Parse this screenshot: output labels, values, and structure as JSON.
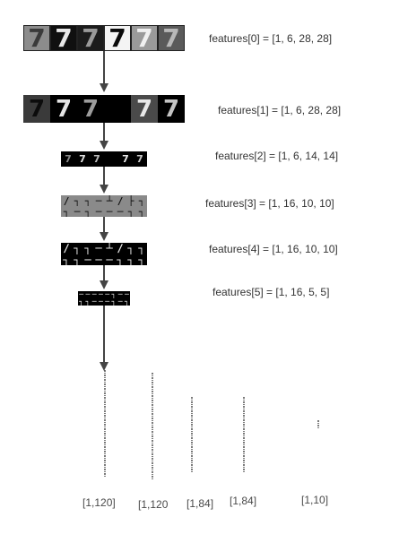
{
  "digit": "7",
  "feature_maps": [
    {
      "label": "features[0] = [1, 6, 28, 28]",
      "tiles": [
        {
          "bg": "#8c8c8c",
          "fg": "#3a3a3a"
        },
        {
          "bg": "#101010",
          "fg": "#e8e8e8"
        },
        {
          "bg": "#1c1c1c",
          "fg": "#9a9a9a"
        },
        {
          "bg": "#f4f4f4",
          "fg": "#0a0a0a"
        },
        {
          "bg": "#9a9a9a",
          "fg": "#f0f0f0"
        },
        {
          "bg": "#5a5a5a",
          "fg": "#b8b8b8"
        }
      ]
    },
    {
      "label": "features[1] = [1, 6, 28, 28]",
      "tiles": [
        {
          "bg": "#3a3a3a",
          "fg": "#0c0c0c"
        },
        {
          "bg": "#000000",
          "fg": "#e4e4e4"
        },
        {
          "bg": "#000000",
          "fg": "#9c9c9c"
        },
        {
          "bg": "#000000",
          "fg": "#000000"
        },
        {
          "bg": "#4a4a4a",
          "fg": "#e8e8e8"
        },
        {
          "bg": "#000000",
          "fg": "#c4c4c4"
        }
      ]
    },
    {
      "label": "features[2] = [1, 6, 14, 14]",
      "tiles": [
        {
          "bg": "#000000",
          "fg": "#8a8a8a"
        },
        {
          "bg": "#000000",
          "fg": "#e0e0e0"
        },
        {
          "bg": "#000000",
          "fg": "#bcbcbc"
        },
        {
          "bg": "#000000",
          "fg": "#000000"
        },
        {
          "bg": "#000000",
          "fg": "#e8e8e8"
        },
        {
          "bg": "#000000",
          "fg": "#c8c8c8"
        }
      ]
    },
    {
      "label": "features[3] = [1, 16, 10, 10]",
      "grid": {
        "cols": 8,
        "rows": 2,
        "glyphs": [
          "∕",
          "┐",
          "┐",
          "─",
          "┴",
          "∕",
          "├",
          "┐",
          "┐",
          "─",
          "┐",
          "─",
          "─",
          "─",
          "┐",
          "┐"
        ],
        "bg": "#8a8a8a",
        "fg": "#101010"
      }
    },
    {
      "label": "features[4] = [1, 16, 10, 10]",
      "grid": {
        "cols": 8,
        "rows": 2,
        "glyphs": [
          "∕",
          "┐",
          "┐",
          "─",
          "┴",
          "∕",
          "┐",
          "┐",
          "┐",
          "┐",
          "─",
          "─",
          "─",
          "┐",
          "┐",
          "┐"
        ],
        "bg": "#000000",
        "fg": "#eaeaea"
      }
    },
    {
      "label": "features[5] = [1, 16, 5, 5]",
      "grid": {
        "cols": 8,
        "rows": 2,
        "glyphs": [
          "─",
          "─",
          "─",
          "─",
          "─",
          "┐",
          "─",
          "─",
          "┐",
          "┐",
          "─",
          "─",
          "─",
          "┐",
          "─",
          "┐"
        ],
        "bg": "#000000",
        "fg": "#e0e0e0"
      }
    }
  ],
  "vectors": [
    {
      "label": "[1,120]",
      "length": 120
    },
    {
      "label": "[1,120",
      "length": 120
    },
    {
      "label": "[1,84]",
      "length": 84
    },
    {
      "label": "[1,84]",
      "length": 84
    },
    {
      "label": "[1,10]",
      "length": 10
    }
  ],
  "colors": {
    "connector": "#444444",
    "vector": "#222222",
    "text": "#333333"
  }
}
